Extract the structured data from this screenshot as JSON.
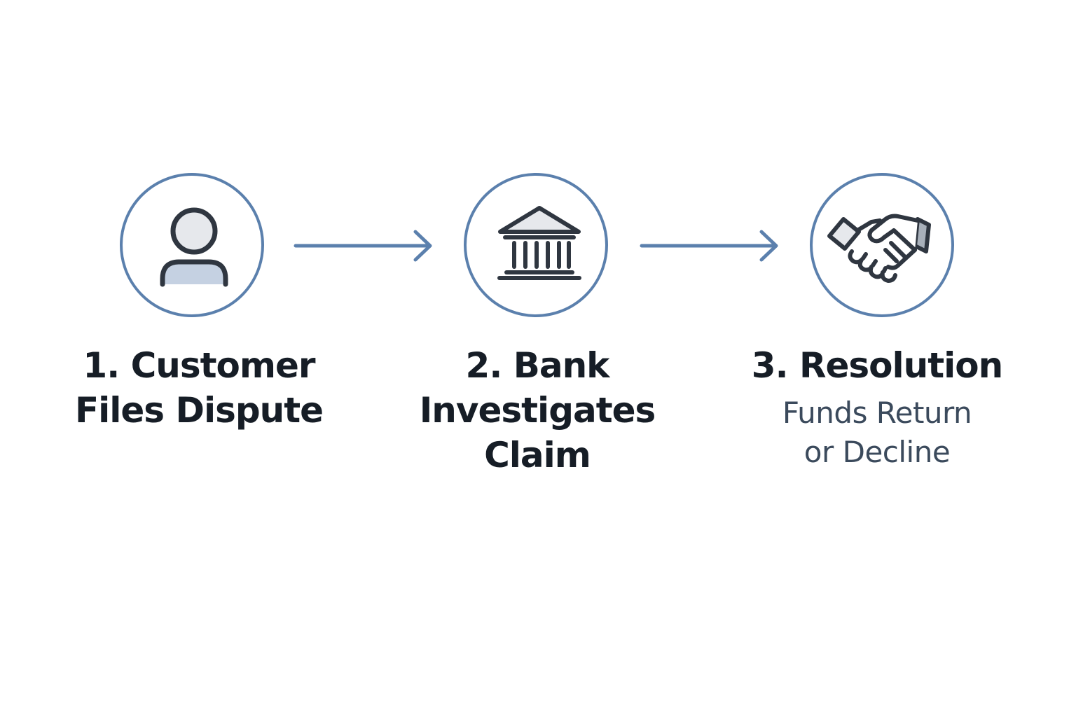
{
  "steps": [
    {
      "title_lines": [
        "1. Customer",
        "Files Dispute"
      ],
      "icon": "person-icon"
    },
    {
      "title_lines": [
        "2. Bank",
        "Investigates",
        "Claim"
      ],
      "icon": "bank-icon"
    },
    {
      "title_lines": [
        "3. Resolution"
      ],
      "subtitle_lines": [
        "Funds Return",
        "or Decline"
      ],
      "icon": "handshake-icon"
    }
  ],
  "colors": {
    "accent": "#5b80ad",
    "icon_stroke": "#2f3640",
    "icon_fill": "#c5d1e2",
    "icon_fill_light": "#e6e8ec",
    "title": "#161d26",
    "subtitle": "#3b4a5c"
  }
}
